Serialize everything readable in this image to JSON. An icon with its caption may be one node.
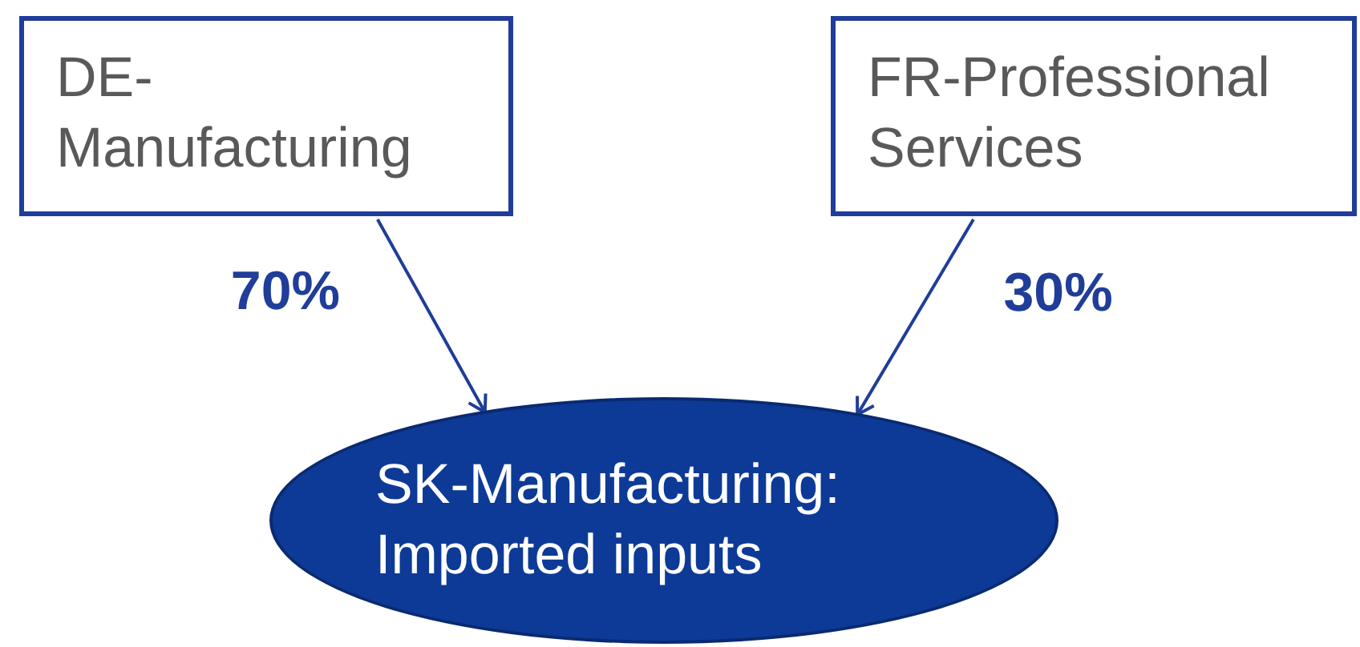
{
  "diagram": {
    "nodes": [
      {
        "text": [
          "DE-Manufacturing"
        ]
      },
      {
        "text": [
          "FR-Professional Services"
        ]
      },
      {
        "text": [
          "SK-Manufacturing: Imported inputs"
        ]
      }
    ],
    "edges": [
      {
        "from": 0,
        "to": 2,
        "arrow": "to",
        "label": "70%"
      },
      {
        "from": 1,
        "to": 2,
        "arrow": "to",
        "label": "30%"
      }
    ]
  }
}
